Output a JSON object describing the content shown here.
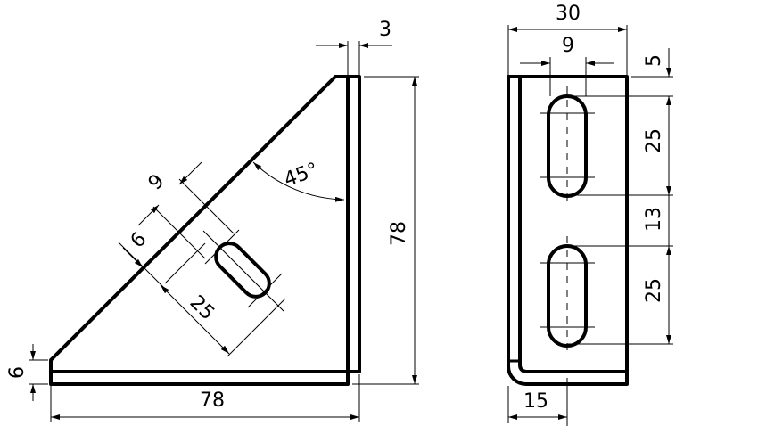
{
  "drawing": {
    "side_view": {
      "thickness": "3",
      "height": "78",
      "width": "78",
      "base_offset": "6",
      "angle": "45°",
      "slot_width": "9",
      "slot_offset": "6",
      "slot_length": "25"
    },
    "front_view": {
      "total_width": "30",
      "slot_width": "9",
      "top_offset": "5",
      "slot1_length": "25",
      "slot_gap": "13",
      "slot2_length": "25",
      "slot_center_x": "15"
    }
  }
}
